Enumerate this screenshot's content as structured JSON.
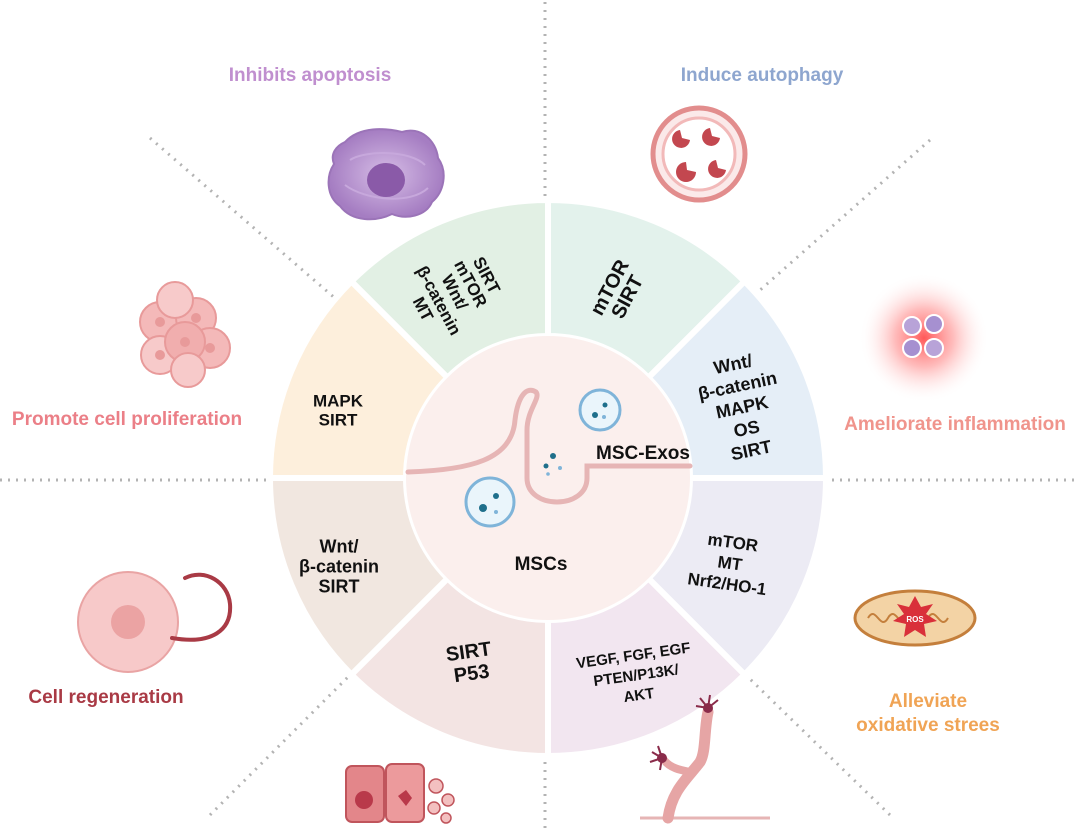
{
  "center": {
    "exos_label": "MSC-Exos",
    "mscs_label": "MSCs"
  },
  "segments": [
    {
      "id": "top-left",
      "color": "#e3f2ec",
      "lines": [
        "SIRT",
        "mTOR",
        "Wnt/",
        "β-catenin",
        "MT"
      ]
    },
    {
      "id": "top-right",
      "color": "#e5eef7",
      "lines": [
        "mTOR",
        "SIRT"
      ]
    },
    {
      "id": "right-upper",
      "color": "#ecebf4",
      "lines": [
        "Wnt/",
        "β-catenin",
        "MAPK",
        "OS",
        "SIRT"
      ]
    },
    {
      "id": "right-lower",
      "color": "#f2e6f0",
      "lines": [
        "mTOR",
        "MT",
        "Nrf2/HO-1"
      ]
    },
    {
      "id": "bottom-right",
      "color": "#f3e4e3",
      "lines": [
        "VEGF, FGF, EGF",
        "PTEN/P13K/",
        "AKT"
      ]
    },
    {
      "id": "bottom-left",
      "color": "#f1e7e0",
      "lines": [
        "SIRT",
        "P53"
      ]
    },
    {
      "id": "left-lower",
      "color": "#fdefdc",
      "lines": [
        "Wnt/",
        "β-catenin",
        "SIRT"
      ]
    },
    {
      "id": "left-upper",
      "color": "#e2f0e4",
      "lines": [
        "MAPK",
        "SIRT"
      ]
    }
  ],
  "categories": {
    "apoptosis": {
      "lines": [
        "Inhibits apoptosis"
      ],
      "color": "#c08fcf"
    },
    "autophagy": {
      "lines": [
        "Induce autophagy"
      ],
      "color": "#8ea6cf"
    },
    "inflammation": {
      "lines": [
        "Ameliorate inflammation"
      ],
      "color": "#f0948c"
    },
    "oxidative": {
      "lines": [
        "Alleviate",
        "oxidative strees"
      ],
      "color": "#f0a455"
    },
    "regeneration": {
      "lines": [
        "Cell regeneration"
      ],
      "color": "#a93a45"
    },
    "proliferation": {
      "lines": [
        "Promote cell proliferation"
      ],
      "color": "#eb7f87"
    }
  },
  "icons": {
    "ros_label": "ROS"
  }
}
